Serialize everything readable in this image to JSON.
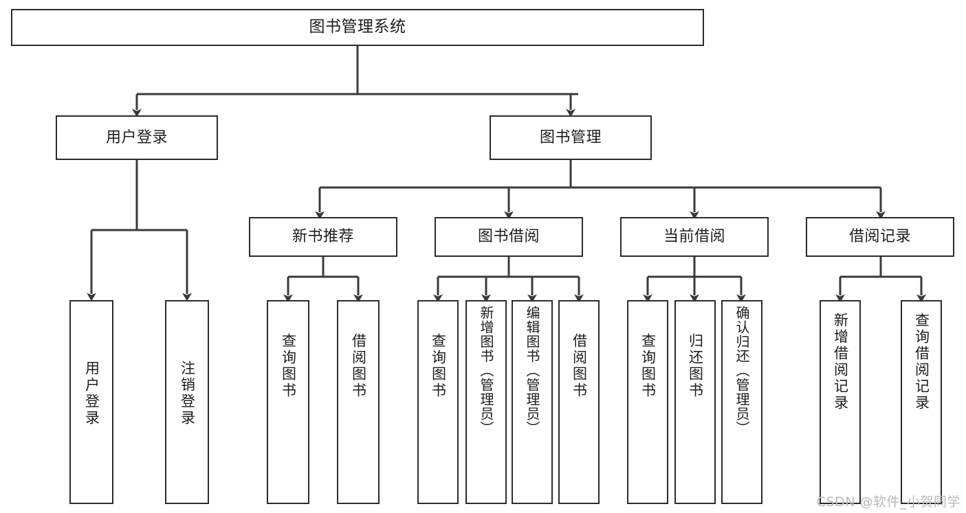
{
  "diagram": {
    "type": "tree",
    "title": "图书管理系统",
    "watermark": "CSDN @软件_小贺同学",
    "colors": {
      "box_border": "#2b2b2b",
      "box_fill": "#ffffff",
      "connector": "#3a3a3a",
      "text": "#1d1d1d",
      "watermark": "#b9b9b9",
      "background": "#ffffff"
    },
    "levels": {
      "root": {
        "label": "图书管理系统"
      },
      "level2": [
        {
          "id": "user-login",
          "label": "用户登录"
        },
        {
          "id": "book-manage",
          "label": "图书管理"
        }
      ],
      "level3": [
        {
          "id": "new-book-rec",
          "label": "新书推荐",
          "parent": "book-manage"
        },
        {
          "id": "book-borrow",
          "label": "图书借阅",
          "parent": "book-manage"
        },
        {
          "id": "current-borrow",
          "label": "当前借阅",
          "parent": "book-manage"
        },
        {
          "id": "borrow-record",
          "label": "借阅记录",
          "parent": "book-manage"
        }
      ],
      "leaves": [
        {
          "id": "leaf-user-login",
          "label": "用户登录",
          "parent": "user-login"
        },
        {
          "id": "leaf-logout",
          "label": "注销登录",
          "parent": "user-login"
        },
        {
          "id": "leaf-query-book-1",
          "label": "查询图书",
          "parent": "new-book-rec"
        },
        {
          "id": "leaf-borrow-book-1",
          "label": "借阅图书",
          "parent": "new-book-rec"
        },
        {
          "id": "leaf-query-book-2",
          "label": "查询图书",
          "parent": "book-borrow"
        },
        {
          "id": "leaf-add-book",
          "label": "新增图书（管理员）",
          "parent": "book-borrow"
        },
        {
          "id": "leaf-edit-book",
          "label": "编辑图书（管理员）",
          "parent": "book-borrow"
        },
        {
          "id": "leaf-borrow-book-2",
          "label": "借阅图书",
          "parent": "book-borrow"
        },
        {
          "id": "leaf-query-book-3",
          "label": "查询图书",
          "parent": "current-borrow"
        },
        {
          "id": "leaf-return-book",
          "label": "归还图书",
          "parent": "current-borrow"
        },
        {
          "id": "leaf-confirm-return",
          "label": "确认归还（管理员）",
          "parent": "current-borrow"
        },
        {
          "id": "leaf-add-record",
          "label": "新增借阅记录",
          "parent": "borrow-record"
        },
        {
          "id": "leaf-query-record",
          "label": "查询借阅记录",
          "parent": "borrow-record"
        }
      ]
    }
  }
}
